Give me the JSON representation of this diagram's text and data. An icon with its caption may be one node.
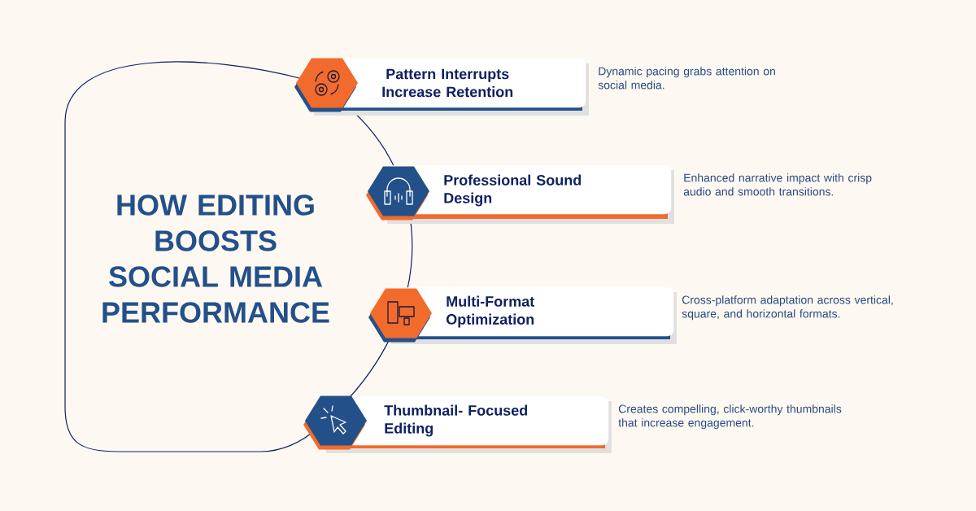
{
  "diagram": {
    "title": "HOW EDITING BOOSTS SOCIAL MEDIA PERFORMANCE",
    "nodes": [
      {
        "text": [
          "Pattern Interrupts Increase Retention"
        ],
        "beside": [
          "Dynamic pacing grabs attention on social media."
        ]
      },
      {
        "text": [
          "Professional Sound Design"
        ],
        "beside": [
          "Enhanced narrative impact with crisp audio and smooth transitions."
        ]
      },
      {
        "text": [
          "Multi-Format Optimization"
        ],
        "beside": [
          "Cross-platform adaptation across vertical, square, and horizontal formats."
        ]
      },
      {
        "text": [
          "Thumbnail- Focused Editing"
        ],
        "beside": [
          "Creates compelling, click-worthy thumbnails that increase engagement."
        ]
      }
    ]
  }
}
